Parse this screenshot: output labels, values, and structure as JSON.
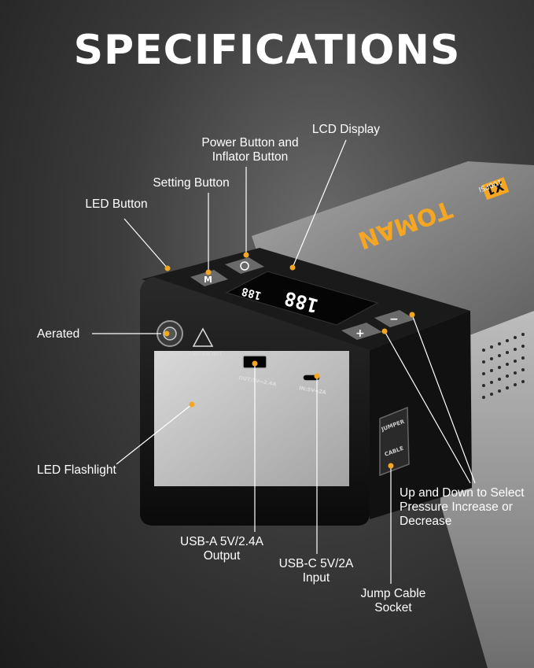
{
  "title": "SPECIFICATIONS",
  "labels": {
    "lcd_display": "LCD Display",
    "power_button": "Power Button and\nInflator Button",
    "setting_button": "Setting Button",
    "led_button": "LED Button",
    "aerated": "Aerated",
    "led_flashlight": "LED Flashlight",
    "usb_a": "USB-A 5V/2.4A\nOutput",
    "usb_c": "USB-C 5V/2A\nInput",
    "jump_cable": "Jump Cable\nSocket",
    "up_down": "Up and Down to Select\nPressure Increase or\nDecrease"
  },
  "device": {
    "brand": "TOMAN",
    "model": "X1",
    "spec": "100PSI",
    "caution": "CAUTION HOT",
    "port_out": "OUT:5V⎓2.4A",
    "port_in": "IN:5V⎓2A",
    "jumper_top": "JUMPER",
    "jumper_bottom": "CABLE",
    "lcd_main": "188",
    "lcd_small": "188",
    "btn_m": "M",
    "btn_plus": "+",
    "btn_minus": "−"
  },
  "colors": {
    "accent": "#f5a623",
    "body_dark": "#141414",
    "panel_metal": "#8d8d8d"
  }
}
